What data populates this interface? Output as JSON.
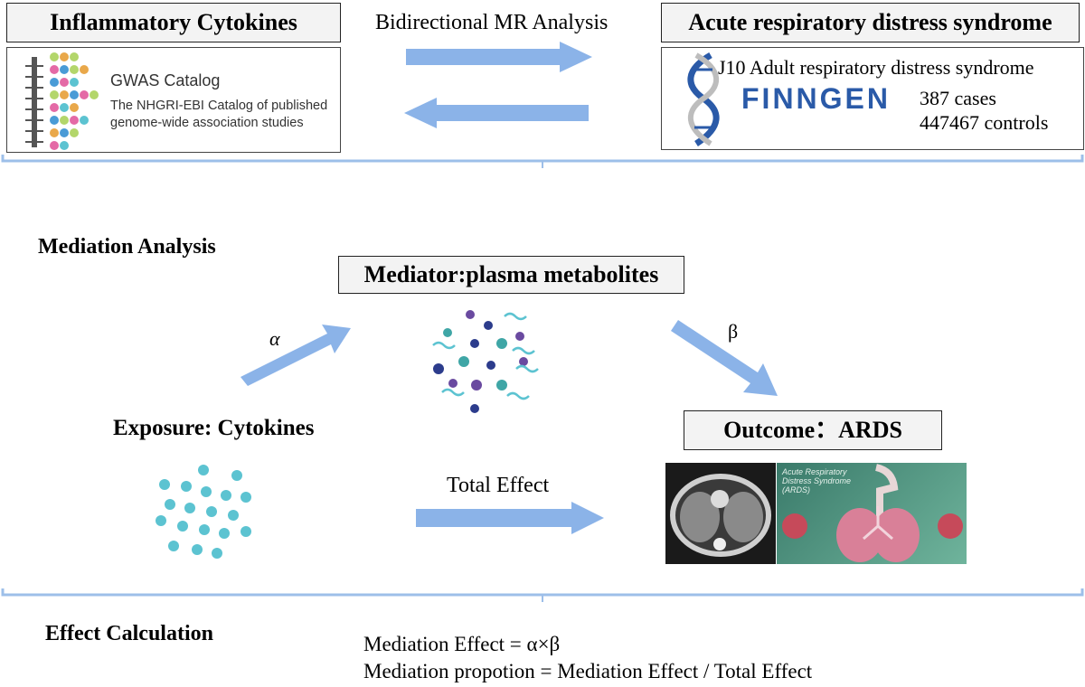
{
  "top": {
    "exposure_title": "Inflammatory Cytokines",
    "center_label": "Bidirectional MR Analysis",
    "outcome_title": "Acute respiratory distress syndrome",
    "gwas": {
      "logo_title": "GWAS Catalog",
      "line1": "The NHGRI-EBI Catalog of published",
      "line2": "genome-wide association studies"
    },
    "finngen": {
      "endpoint": "J10 Adult respiratory distress syndrome",
      "logo_text": "FINNGEN",
      "cases": "387 cases",
      "controls": "447467 controls"
    }
  },
  "mediation": {
    "section_title": "Mediation Analysis",
    "mediator_title": "Mediator:plasma metabolites",
    "alpha": "α",
    "beta": "β",
    "exposure_label": "Exposure: Cytokines",
    "outcome_title": "Outcome：ARDS",
    "total_effect": "Total Effect"
  },
  "ards_image": {
    "title_line1": "Acute Respiratory",
    "title_line2": "Distress Syndrome",
    "title_line3": "(ARDS)"
  },
  "effect": {
    "section_title": "Effect Calculation",
    "formula1": "Mediation Effect = α×β",
    "formula2": "Mediation propotion = Mediation Effect  / Total Effect"
  },
  "colors": {
    "arrow": "#8bb3e8",
    "divider": "#9dbfe9",
    "teal": "#5cc3d1",
    "metabolite_purple": "#6a4aa0",
    "metabolite_navy": "#2c3c8c",
    "metabolite_teal": "#3fa6a6",
    "finngen_blue": "#2a5aa8"
  }
}
